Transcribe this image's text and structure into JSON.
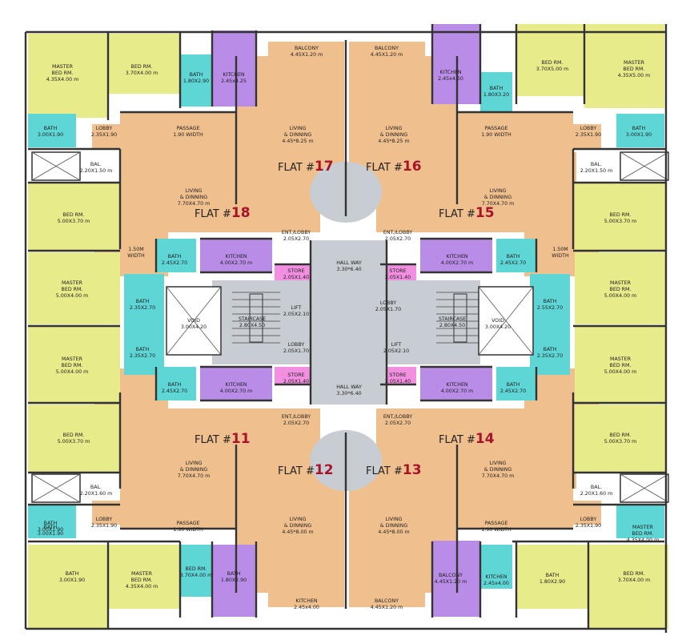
{
  "colors": {
    "bedroom": "#e8eb8a",
    "living": "#f0bf8e",
    "kitchen": "#b98ce8",
    "bath": "#5fd6d6",
    "store": "#f28fe0",
    "core": "#c7cdd3",
    "flat_number": "#a6142a",
    "wall": "#333333"
  },
  "flats": [
    {
      "prefix": "FLAT #",
      "number": "17"
    },
    {
      "prefix": "FLAT #",
      "number": "16"
    },
    {
      "prefix": "FLAT #",
      "number": "18"
    },
    {
      "prefix": "FLAT #",
      "number": "15"
    },
    {
      "prefix": "FLAT #",
      "number": "11"
    },
    {
      "prefix": "FLAT #",
      "number": "14"
    },
    {
      "prefix": "FLAT #",
      "number": "12"
    },
    {
      "prefix": "FLAT #",
      "number": "13"
    }
  ],
  "rooms": [
    {
      "name": "MASTER\nBED RM.",
      "dim": "4.35X4.00  m"
    },
    {
      "name": "BED RM.",
      "dim": "3.70X4.00  m"
    },
    {
      "name": "BATH",
      "dim": "1.80X2.90"
    },
    {
      "name": "KITCHEN",
      "dim": "2.45x4.25"
    },
    {
      "name": "BALCONY",
      "dim": "4.45X1.20  m"
    },
    {
      "name": "BALCONY",
      "dim": "4.45X1.20  m"
    },
    {
      "name": "KITCHEN",
      "dim": "2.45x4.50"
    },
    {
      "name": "BATH",
      "dim": "1.80X3.20"
    },
    {
      "name": "BED RM.",
      "dim": "3.70X5.00  m"
    },
    {
      "name": "MASTER\nBED RM.",
      "dim": "4.35X5.00  m"
    },
    {
      "name": "BATH",
      "dim": "3.00X1.90"
    },
    {
      "name": "LOBBY",
      "dim": "2.35X1.90"
    },
    {
      "name": "PASSAGE",
      "dim": "1.90 WIDTH"
    },
    {
      "name": "LIVING\n& DINNING",
      "dim": "4.45*8.25  m"
    },
    {
      "name": "LIVING\n& DINNING",
      "dim": "4.45*8.25  m"
    },
    {
      "name": "PASSAGE",
      "dim": "1.90 WIDTH"
    },
    {
      "name": "LOBBY",
      "dim": "2.35X1.90"
    },
    {
      "name": "BATH",
      "dim": "3.00X1.90"
    },
    {
      "name": "BAL.",
      "dim": "2.20X1.50  m"
    },
    {
      "name": "BAL.",
      "dim": "2.20X1.50  m"
    },
    {
      "name": "LIVING\n& DINNING",
      "dim": "7.70X4.70  m"
    },
    {
      "name": "LIVING\n& DINNING",
      "dim": "7.70X4.70  m"
    },
    {
      "name": "BED RM.",
      "dim": "5.00X3.70  m"
    },
    {
      "name": "BED RM.",
      "dim": "5.00X3.70  m"
    },
    {
      "name": "ENT./LOBBY",
      "dim": "2.05X2.70"
    },
    {
      "name": "ENT./LOBBY",
      "dim": "2.05X2.70"
    },
    {
      "name": "HALL WAY",
      "dim": "3.30*6.40"
    },
    {
      "name": "1.50M\nWIDTH",
      "dim": ""
    },
    {
      "name": "1.50M\nWIDTH",
      "dim": ""
    },
    {
      "name": "BATH",
      "dim": "2.45X2.70"
    },
    {
      "name": "KITCHEN",
      "dim": "4.00X2.70  m"
    },
    {
      "name": "STORE",
      "dim": "2.05X1.40"
    },
    {
      "name": "STORE",
      "dim": "2.05X1.40"
    },
    {
      "name": "KITCHEN",
      "dim": "4.00X2.70  m"
    },
    {
      "name": "BATH",
      "dim": "2.45X2.70"
    },
    {
      "name": "MASTER\nBED RM.",
      "dim": "5.00X4.00  m"
    },
    {
      "name": "MASTER\nBED RM.",
      "dim": "5.00X4.00  m"
    },
    {
      "name": "BATH",
      "dim": "2.35X2.70"
    },
    {
      "name": "BATH",
      "dim": "2.55X2.70"
    },
    {
      "name": "LIFT",
      "dim": "2.05X2.10"
    },
    {
      "name": "LOBBY",
      "dim": "2.05X1.70"
    },
    {
      "name": "STAIRCASE",
      "dim": "2.80X4.50"
    },
    {
      "name": "STAIRCASE",
      "dim": "2.80X4.50"
    },
    {
      "name": "VOID",
      "dim": "3.00X4.20"
    },
    {
      "name": "VOID",
      "dim": "3.00X4.20"
    },
    {
      "name": "BATH",
      "dim": "2.35X2.70"
    },
    {
      "name": "BATH",
      "dim": "2.35X2.70"
    },
    {
      "name": "LOBBY",
      "dim": "2.05X1.70"
    },
    {
      "name": "LIFT",
      "dim": "2.05X2.10"
    },
    {
      "name": "MASTER\nBED RM.",
      "dim": "5.00X4.00  m"
    },
    {
      "name": "MASTER\nBED RM.",
      "dim": "5.00X4.00  m"
    },
    {
      "name": "BATH",
      "dim": "2.45X2.70"
    },
    {
      "name": "KITCHEN",
      "dim": "4.00X2.70  m"
    },
    {
      "name": "STORE",
      "dim": "2.05X1.40"
    },
    {
      "name": "HALL WAY",
      "dim": "3.30*6.40"
    },
    {
      "name": "STORE",
      "dim": "2.05X1.40"
    },
    {
      "name": "KITCHEN",
      "dim": "4.00X2.70  m"
    },
    {
      "name": "BATH",
      "dim": "2.45X2.70"
    },
    {
      "name": "ENT./LOBBY",
      "dim": "2.05X2.70"
    },
    {
      "name": "ENT./LOBBY",
      "dim": "2.05X2.70"
    },
    {
      "name": "BED RM.",
      "dim": "5.00X3.70  m"
    },
    {
      "name": "BED RM.",
      "dim": "5.00X3.70  m"
    },
    {
      "name": "LIVING\n& DINNING",
      "dim": "7.70X4.70  m"
    },
    {
      "name": "LIVING\n& DINNING",
      "dim": "7.70X4.70  m"
    },
    {
      "name": "BAL.",
      "dim": "2.20X1.60  m"
    },
    {
      "name": "BAL.",
      "dim": "2.20X1.60  m"
    },
    {
      "name": "BATH",
      "dim": "3.00X1.90"
    },
    {
      "name": "LOBBY",
      "dim": "2.35X1.90"
    },
    {
      "name": "PASSAGE",
      "dim": "1.90 WIDTH"
    },
    {
      "name": "LIVING\n& DINNING",
      "dim": "4.45*8.00  m"
    },
    {
      "name": "LIVING\n& DINNING",
      "dim": "4.45*8.00  m"
    },
    {
      "name": "PASSAGE",
      "dim": "1.90 WIDTH"
    },
    {
      "name": "LOBBY",
      "dim": "2.35X1.90"
    },
    {
      "name": "BATH",
      "dim": "3.00X1.90"
    },
    {
      "name": "MASTER\nBED RM.",
      "dim": "4.35X4.00  m"
    },
    {
      "name": "BED RM.",
      "dim": "3.70X4.00  m"
    },
    {
      "name": "BATH",
      "dim": "1.80X2.90"
    },
    {
      "name": "KITCHEN",
      "dim": "2.45x4.00"
    },
    {
      "name": "BALCONY",
      "dim": "4.45X1.20  m"
    },
    {
      "name": "BALCONY",
      "dim": "4.45X1.20  m"
    },
    {
      "name": "KITCHEN",
      "dim": "2.45x4.00"
    },
    {
      "name": "BATH",
      "dim": "1.80X2.90"
    },
    {
      "name": "BED RM.",
      "dim": "3.70X4.00  m"
    },
    {
      "name": "MASTER\nBED RM.",
      "dim": "4.35X4.00  m"
    },
    {
      "name": "BATH",
      "dim": "3.00X1.90"
    },
    {
      "name": "BATH",
      "dim": "3.00X1.90"
    }
  ]
}
